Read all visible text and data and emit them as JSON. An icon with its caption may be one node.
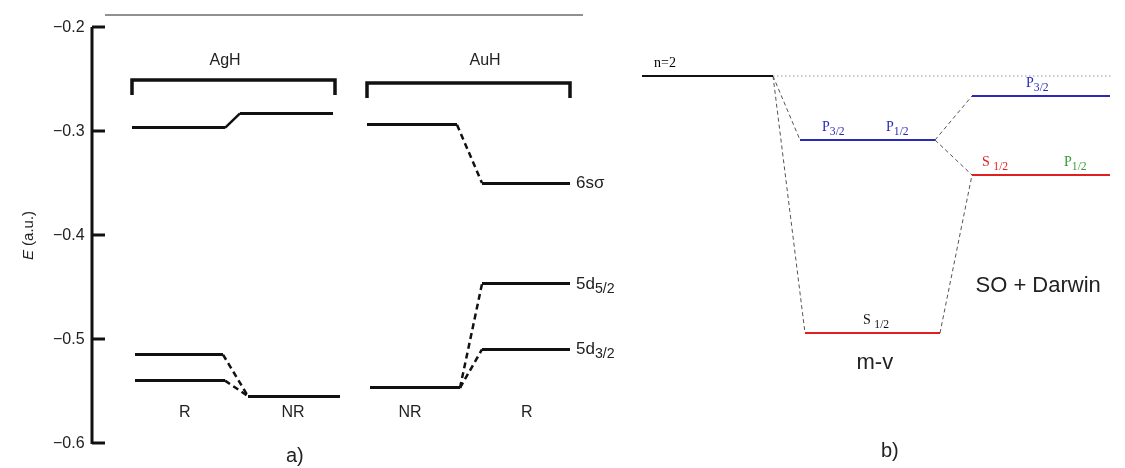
{
  "diagram": {
    "nodes": [
      {
        "text": [],
        "shape": "bar"
      },
      {
        "text": [],
        "shape": "bar"
      },
      {
        "text": [],
        "shape": "bar"
      },
      {
        "text": [],
        "shape": "bar"
      },
      {
        "text": [],
        "shape": "bar"
      },
      {
        "text": [],
        "shape": "bar"
      },
      {
        "text": [
          "6sσ"
        ]
      },
      {
        "text": [
          "5d$_{5/2}$"
        ]
      },
      {
        "text": [
          "5d$_{3/2}$"
        ]
      },
      {
        "text": [],
        "shape": "bar"
      },
      {
        "text": [
          "n=2"
        ]
      },
      {
        "text": [
          "P$_{3/2}$",
          "P$_{1/2}$"
        ]
      },
      {
        "text": [
          "S $_{1/2}$"
        ]
      },
      {
        "text": [
          "P$_{3/2}$"
        ]
      },
      {
        "text": [
          "S $_{1/2}$",
          "P$_{1/2}$"
        ]
      }
    ],
    "edges": [
      {
        "from": 0,
        "to": 1,
        "arrow": "none"
      },
      {
        "from": 2,
        "to": 4,
        "arrow": "none",
        "style": "dashed"
      },
      {
        "from": 3,
        "to": 4,
        "arrow": "none",
        "style": "dashed"
      },
      {
        "from": 5,
        "to": 6,
        "arrow": "none",
        "style": "dashed"
      },
      {
        "from": 9,
        "to": 7,
        "arrow": "none",
        "style": "dashed"
      },
      {
        "from": 9,
        "to": 8,
        "arrow": "none",
        "style": "dashed"
      },
      {
        "from": 10,
        "to": 11,
        "arrow": "none",
        "style": "dashed",
        "color": "#555555"
      },
      {
        "from": 10,
        "to": 12,
        "arrow": "none",
        "style": "dashed",
        "color": "#555555"
      },
      {
        "from": 11,
        "to": 13,
        "arrow": "none",
        "style": "dashed",
        "color": "#555555"
      },
      {
        "from": 11,
        "to": 14,
        "arrow": "none",
        "style": "dashed",
        "color": "#555555"
      },
      {
        "from": 12,
        "to": 14,
        "arrow": "none",
        "style": "dashed",
        "color": "#555555"
      }
    ],
    "labels": [
      "−0.2",
      "−0.3",
      "−0.4",
      "−0.5",
      "−0.6",
      "*E* (a.u.)",
      "AgH",
      "AuH",
      "R",
      "NR",
      "NR",
      "R",
      "a)",
      "m-v",
      "SO + Darwin",
      "b)"
    ]
  }
}
